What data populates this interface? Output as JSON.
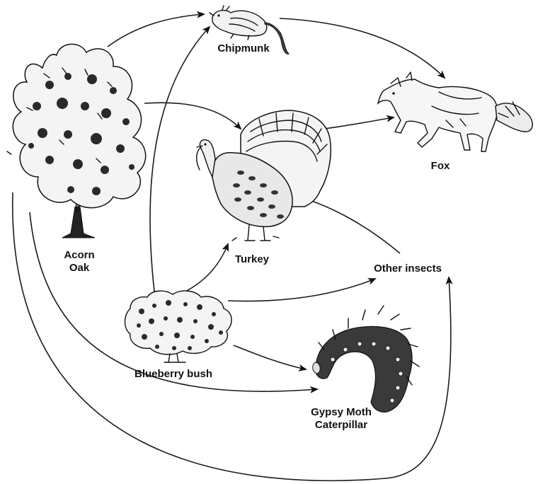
{
  "diagram": {
    "type": "food web",
    "nodes": {
      "acorn_oak": "Acorn\nOak",
      "chipmunk": "Chipmunk",
      "fox": "Fox",
      "turkey": "Turkey",
      "other_insects": "Other insects",
      "blueberry_bush": "Blueberry bush",
      "gypsy_moth": "Gypsy Moth\nCaterpillar"
    },
    "edges": [
      {
        "from": "acorn_oak",
        "to": "chipmunk"
      },
      {
        "from": "acorn_oak",
        "to": "turkey"
      },
      {
        "from": "acorn_oak",
        "to": "gypsy_moth"
      },
      {
        "from": "acorn_oak",
        "to": "other_insects"
      },
      {
        "from": "blueberry_bush",
        "to": "chipmunk"
      },
      {
        "from": "blueberry_bush",
        "to": "turkey"
      },
      {
        "from": "blueberry_bush",
        "to": "other_insects"
      },
      {
        "from": "blueberry_bush",
        "to": "gypsy_moth"
      },
      {
        "from": "chipmunk",
        "to": "fox"
      },
      {
        "from": "turkey",
        "to": "fox"
      },
      {
        "from": "other_insects",
        "to": "turkey"
      }
    ]
  }
}
